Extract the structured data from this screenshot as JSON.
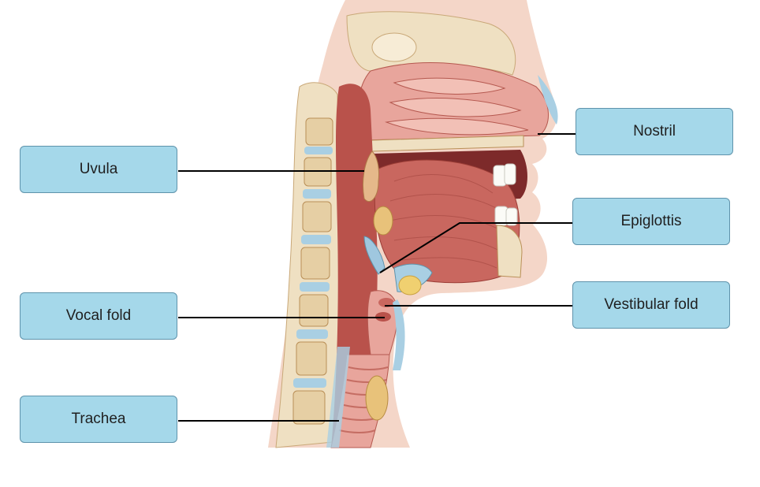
{
  "labels": {
    "uvula": "Uvula",
    "vocal_fold": "Vocal fold",
    "trachea": "Trachea",
    "nostril": "Nostril",
    "epiglottis": "Epiglottis",
    "vestibular_fold": "Vestibular fold"
  },
  "colors": {
    "label_fill": "#a5d8ea",
    "label_border": "#5f93ab",
    "leader_line": "#000000",
    "skin": "#f4d6c8",
    "muscle": "#c9675f",
    "mucosa": "#e8a59c",
    "bone": "#efe0c2",
    "cartilage": "#a9cfe3"
  }
}
